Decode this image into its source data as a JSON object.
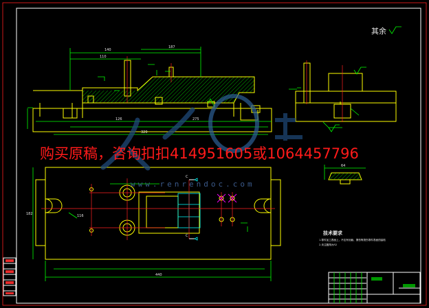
{
  "roughness_note": "其余",
  "watermark": "购买原稿，咨询扣扣414951605或1064457796",
  "watermark_url": "www.renrendoc.com",
  "tech_req": {
    "title": "技术要求",
    "line1": "1.零件加工表面上，不应有划痕、擦伤等损伤零件表面的缺陷",
    "line2": "2.未注圆角为R2"
  },
  "colors": {
    "frame": "#ffffff",
    "outline": "#ffff00",
    "dimension": "#00ff00",
    "centerline": "#ff2020",
    "watermark": "#ff1a1a"
  }
}
